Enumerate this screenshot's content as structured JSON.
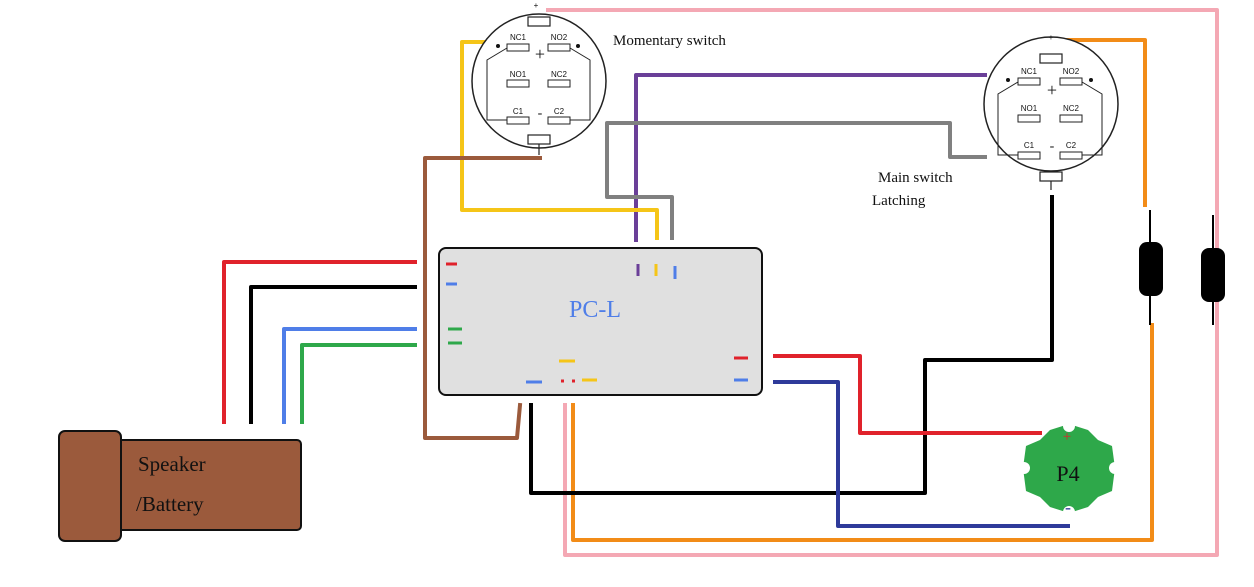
{
  "switches": {
    "momentary": {
      "label": "Momentary switch",
      "no1": "NO1",
      "no2": "NO2",
      "nc1": "NC1",
      "nc2": "NC2",
      "c1": "C1",
      "c2": "C2",
      "plus": "+",
      "minus": "-"
    },
    "main": {
      "label_line1": "Main switch",
      "label_line2": "Latching",
      "no1": "NO1",
      "no2": "NO2",
      "nc1": "NC1",
      "nc2": "NC2",
      "c1": "C1",
      "c2": "C2",
      "plus": "+",
      "minus": "-"
    }
  },
  "board": {
    "label": "PC-L"
  },
  "battery": {
    "label_line1": "Speaker",
    "label_line2": "/Battery"
  },
  "led": {
    "label": "P4",
    "plus": "+",
    "minus": "-"
  },
  "colors": {
    "red": "#e0222b",
    "black": "#000000",
    "blue": "#4f7ee8",
    "green": "#2ea84a",
    "brown": "#9b5a3c",
    "yellow": "#f5c518",
    "purple": "#6a3f98",
    "gray": "#808080",
    "orange": "#f28c18",
    "pink": "#f4a8b4",
    "navy": "#2e3a9a",
    "board_fill": "#e0e0e0",
    "led_green": "#2ea84a",
    "label_blue": "#4f7ee8"
  }
}
